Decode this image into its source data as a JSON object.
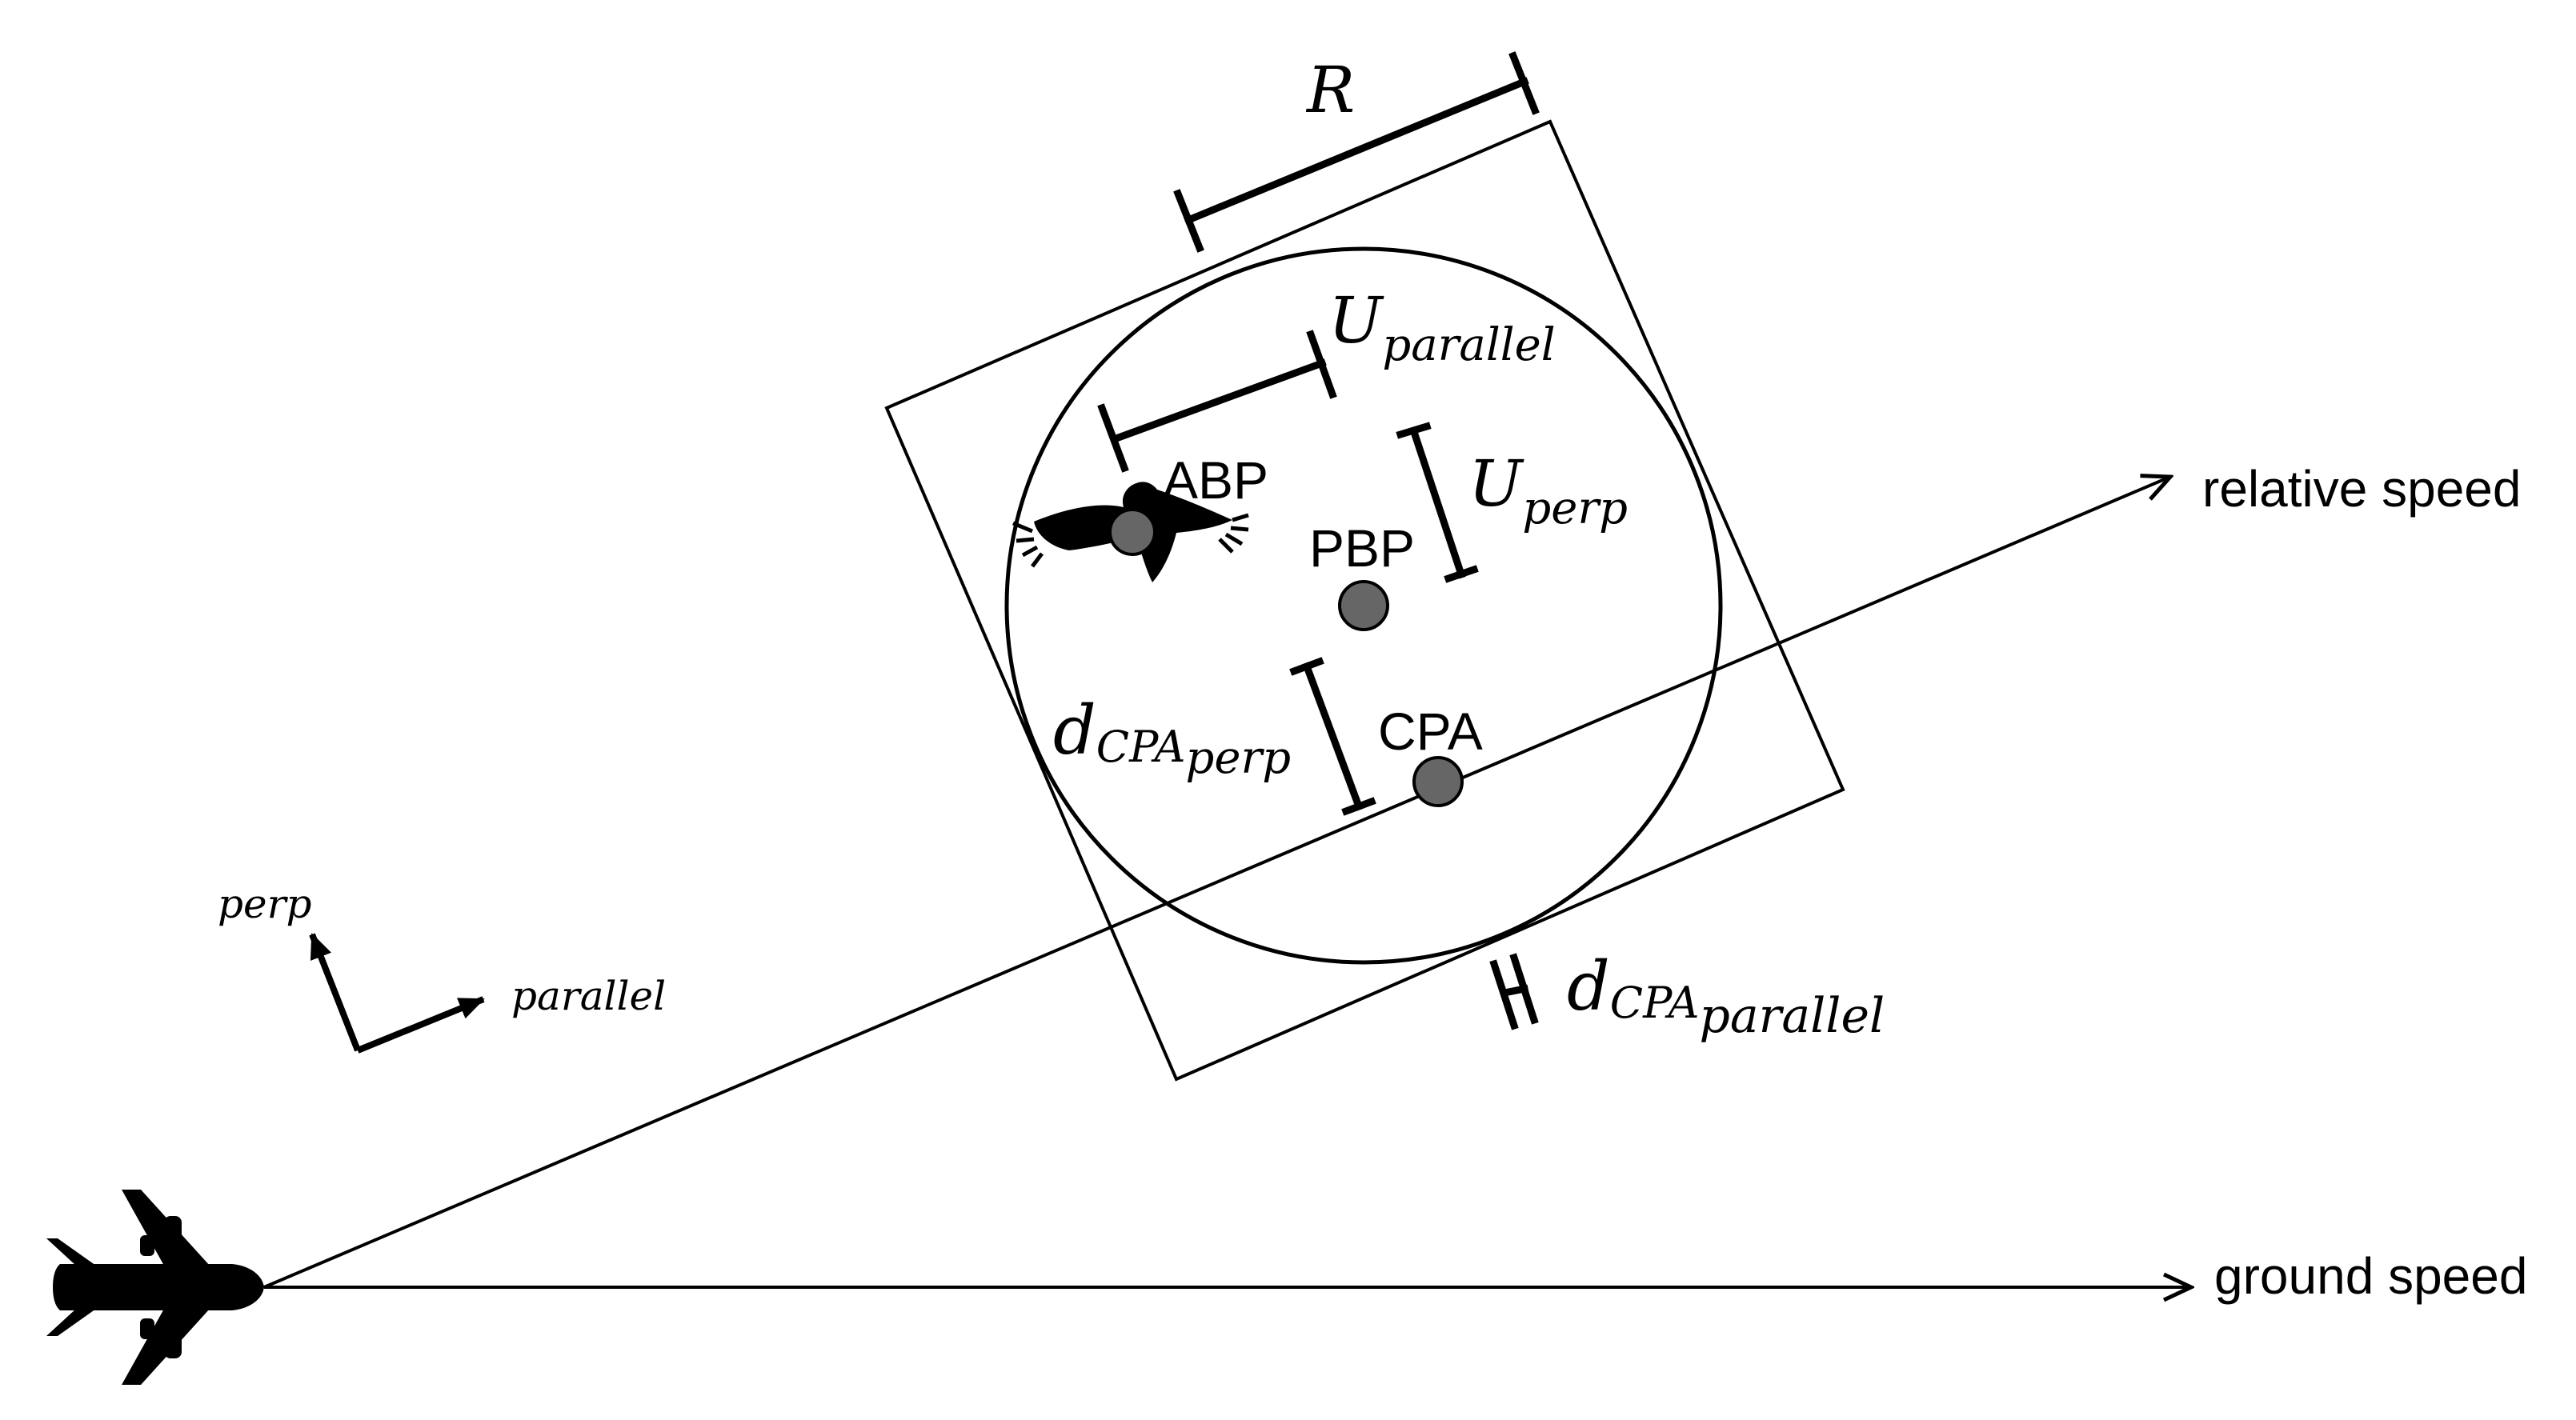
{
  "diagram": {
    "labels": {
      "relative_speed": "relative speed",
      "ground_speed": "ground speed",
      "abp": "ABP",
      "pbp": "PBP",
      "cpa": "CPA",
      "radius": "R",
      "u_letter": "U",
      "u_parallel_sub": "parallel",
      "u_perp_sub": "perp",
      "d_letter": "d",
      "cpa_sub": "CPA",
      "d_perp_subsub": "perp",
      "d_parallel_subsub": "parallel",
      "axis_perp": "perp",
      "axis_parallel": "parallel"
    },
    "icons": {
      "aircraft": "airplane-icon",
      "bird": "bird-icon"
    },
    "colors": {
      "stroke": "#000000",
      "point_fill": "#666666",
      "background": "#ffffff"
    }
  }
}
